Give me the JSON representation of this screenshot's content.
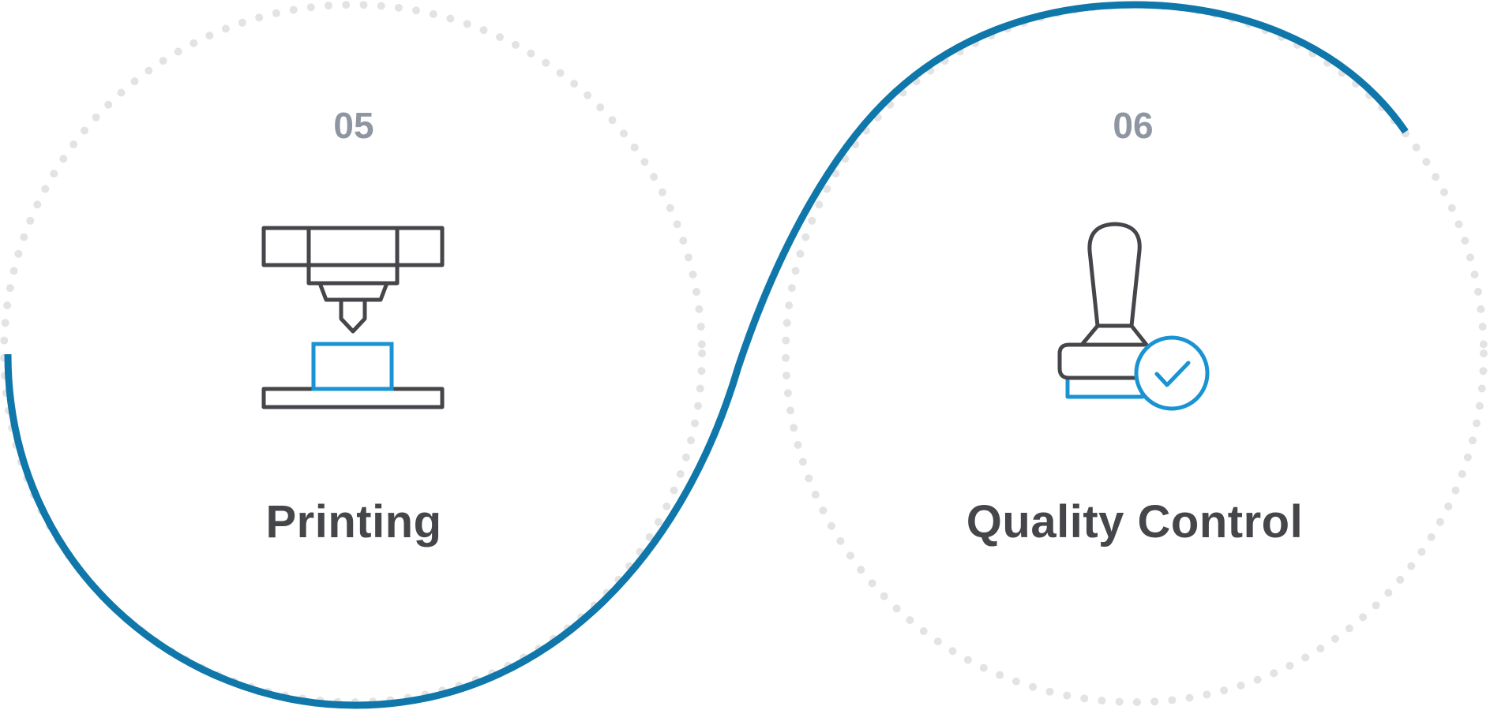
{
  "colors": {
    "accent": "#1077aa",
    "icon_blue": "#1a93d2",
    "icon_dark": "#45464a",
    "number": "#8f96a2",
    "title": "#45464a",
    "dots": "#e3e3e3"
  },
  "steps": [
    {
      "number": "05",
      "title": "Printing",
      "icon": "3d-printer-icon"
    },
    {
      "number": "06",
      "title": "Quality Control",
      "icon": "approval-stamp-icon"
    }
  ]
}
